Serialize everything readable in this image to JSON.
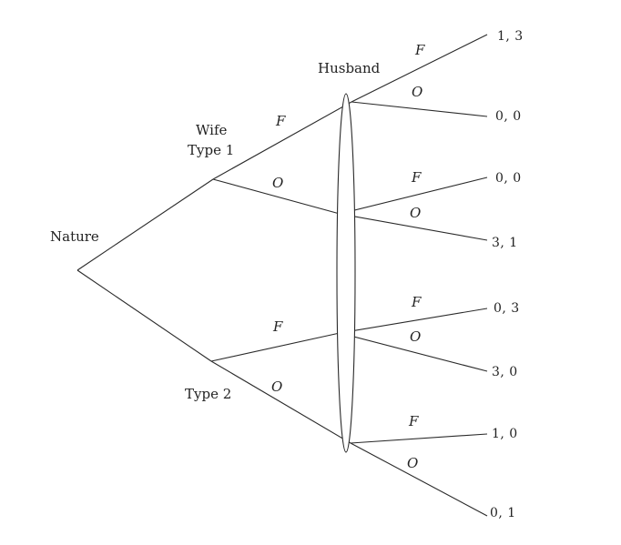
{
  "diagram": {
    "players": {
      "nature": "Nature",
      "wife": "Wife",
      "husband": "Husband"
    },
    "types": {
      "type1": "Type 1",
      "type2": "Type 2"
    },
    "wife_actions": {
      "type1_f": "F",
      "type1_o": "O",
      "type2_f": "F",
      "type2_o": "O"
    },
    "husband_actions": {
      "n1_f": "F",
      "n1_o": "O",
      "n2_f": "F",
      "n2_o": "O",
      "n3_f": "F",
      "n3_o": "O",
      "n4_f": "F",
      "n4_o": "O"
    },
    "payoffs": {
      "p1": "1, 3",
      "p2": "0, 0",
      "p3": "0, 0",
      "p4": "3, 1",
      "p5": "0, 3",
      "p6": "3, 0",
      "p7": "1, 0",
      "p8": "0, 1"
    }
  }
}
